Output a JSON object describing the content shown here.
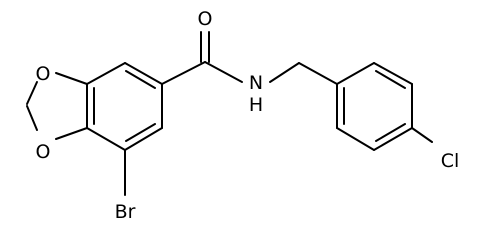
{
  "molecule": {
    "atoms": {
      "carbonyl_oxygen": "O",
      "amide_nitrogen": "N",
      "amide_hydrogen": "H",
      "ring_oxygen_top": "O",
      "ring_oxygen_bottom": "O",
      "bromine": "Br",
      "chlorine": "Cl"
    }
  }
}
